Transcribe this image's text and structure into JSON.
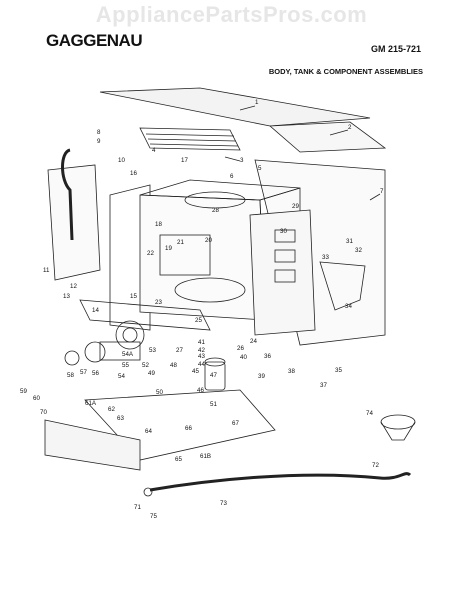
{
  "watermark": "AppliancePartsPros.com",
  "brand": "GAGGENAU",
  "model": "GM 215-721",
  "title": "BODY, TANK & COMPONENT ASSEMBLIES",
  "callouts": [
    {
      "label": "1"
    },
    {
      "label": "2"
    },
    {
      "label": "3"
    },
    {
      "label": "4"
    },
    {
      "label": "5"
    },
    {
      "label": "6"
    },
    {
      "label": "7"
    },
    {
      "label": "8"
    },
    {
      "label": "9"
    },
    {
      "label": "10"
    },
    {
      "label": "11"
    },
    {
      "label": "12"
    },
    {
      "label": "13"
    },
    {
      "label": "14"
    },
    {
      "label": "15"
    },
    {
      "label": "16"
    },
    {
      "label": "17"
    },
    {
      "label": "18"
    },
    {
      "label": "19"
    },
    {
      "label": "20"
    },
    {
      "label": "21"
    },
    {
      "label": "22"
    },
    {
      "label": "23"
    },
    {
      "label": "24"
    },
    {
      "label": "25"
    },
    {
      "label": "26"
    },
    {
      "label": "27"
    },
    {
      "label": "28"
    },
    {
      "label": "29"
    },
    {
      "label": "30"
    },
    {
      "label": "31"
    },
    {
      "label": "32"
    },
    {
      "label": "33"
    },
    {
      "label": "34"
    },
    {
      "label": "35"
    },
    {
      "label": "36"
    },
    {
      "label": "37"
    },
    {
      "label": "38"
    },
    {
      "label": "39"
    },
    {
      "label": "40"
    },
    {
      "label": "41"
    },
    {
      "label": "42"
    },
    {
      "label": "43"
    },
    {
      "label": "44"
    },
    {
      "label": "45"
    },
    {
      "label": "46"
    },
    {
      "label": "47"
    },
    {
      "label": "48"
    },
    {
      "label": "49"
    },
    {
      "label": "50"
    },
    {
      "label": "51"
    },
    {
      "label": "52"
    },
    {
      "label": "53"
    },
    {
      "label": "54"
    },
    {
      "label": "54A"
    },
    {
      "label": "55"
    },
    {
      "label": "56"
    },
    {
      "label": "57"
    },
    {
      "label": "58"
    },
    {
      "label": "59"
    },
    {
      "label": "60"
    },
    {
      "label": "61A"
    },
    {
      "label": "61B"
    },
    {
      "label": "62"
    },
    {
      "label": "63"
    },
    {
      "label": "64"
    },
    {
      "label": "65"
    },
    {
      "label": "66"
    },
    {
      "label": "67"
    },
    {
      "label": "70"
    },
    {
      "label": "71"
    },
    {
      "label": "72"
    },
    {
      "label": "73"
    },
    {
      "label": "74"
    },
    {
      "label": "75"
    }
  ]
}
